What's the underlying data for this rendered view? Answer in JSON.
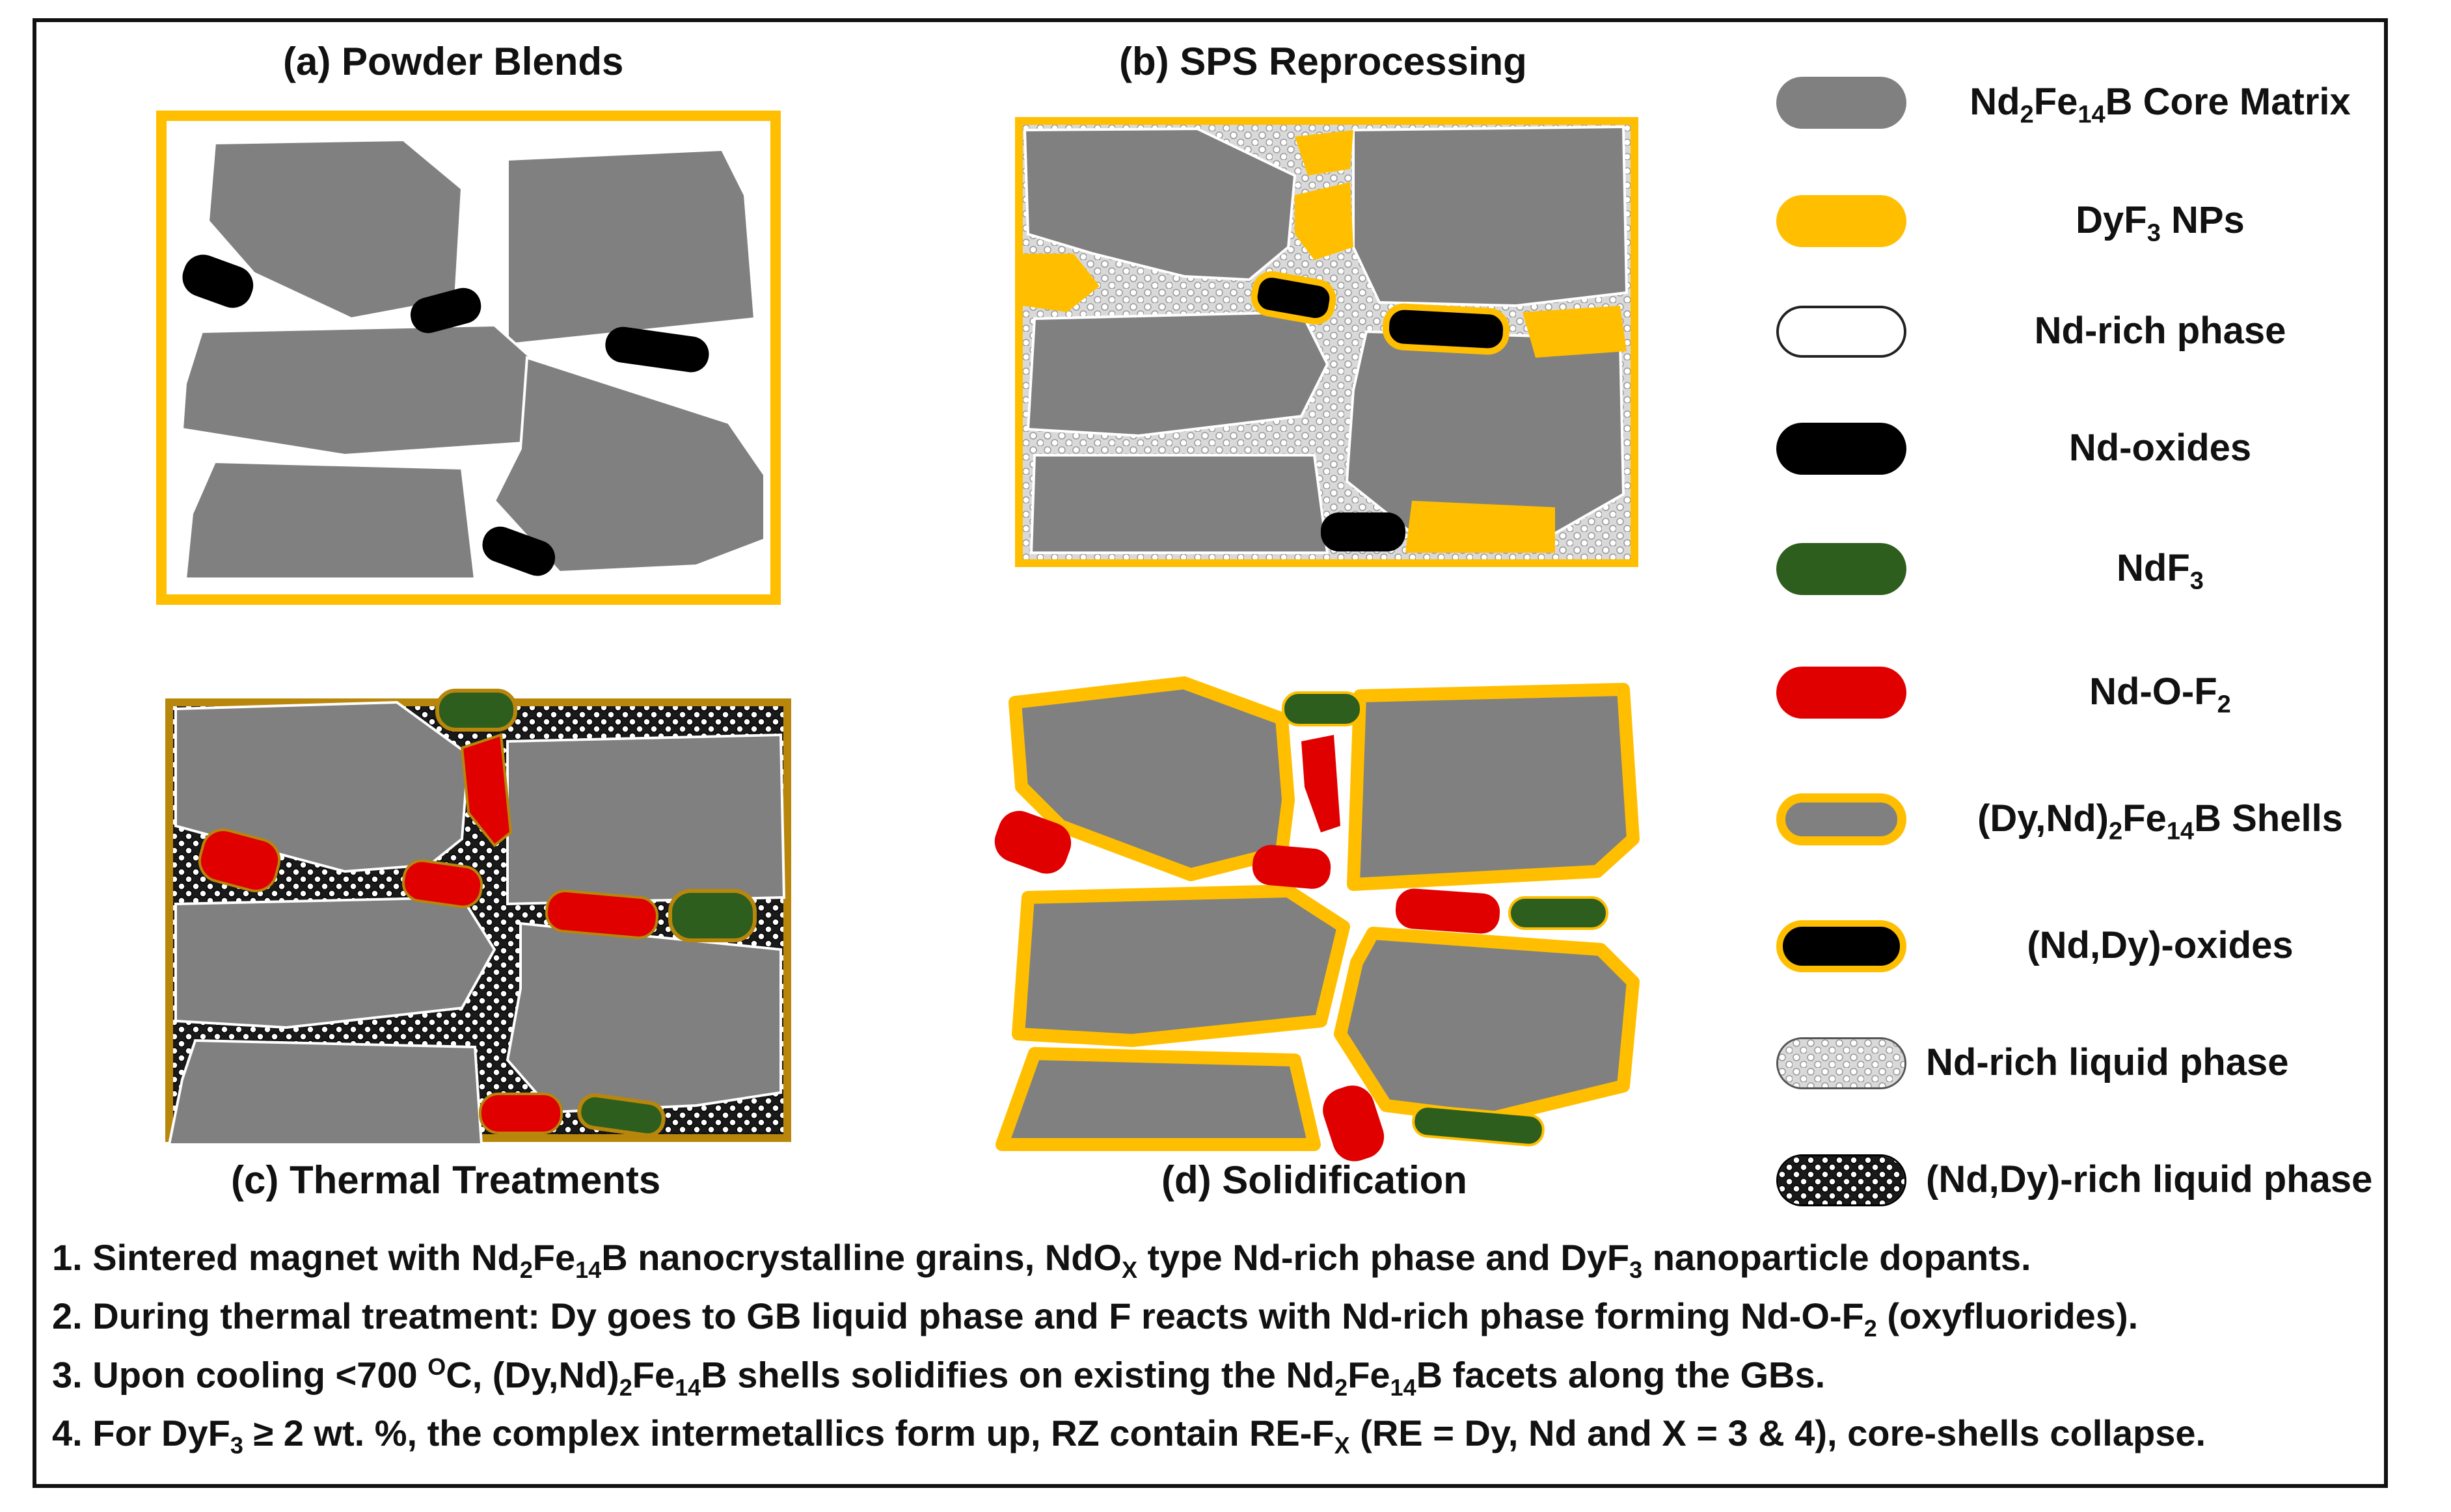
{
  "panels": {
    "a": "(a) Powder Blends",
    "b": "(b) SPS Reprocessing",
    "c": "(c) Thermal Treatments",
    "d": "(d) Solidification"
  },
  "legend": [
    {
      "id": "core",
      "pre": "Nd",
      "s1": "2",
      "mid": "Fe",
      "s2": "14",
      "post": "B Core Matrix"
    },
    {
      "id": "dyf3",
      "pre": "DyF",
      "s1": "3",
      "post": " NPs"
    },
    {
      "id": "ndrich",
      "text": "Nd-rich phase"
    },
    {
      "id": "ndox",
      "text": "Nd-oxides"
    },
    {
      "id": "ndf3",
      "pre": "NdF",
      "s1": "3"
    },
    {
      "id": "ndof2",
      "pre": "Nd-O-F",
      "s1": "2"
    },
    {
      "id": "shell",
      "pre": "(Dy,Nd)",
      "s1": "2",
      "mid": "Fe",
      "s2": "14",
      "post": "B Shells"
    },
    {
      "id": "ndyox",
      "text": "(Nd,Dy)-oxides"
    },
    {
      "id": "liq",
      "text": "Nd-rich liquid phase"
    },
    {
      "id": "dyliq",
      "text": "(Nd,Dy)-rich liquid phase"
    }
  ],
  "colors": {
    "grain": "#808080",
    "grain_edge": "#ffffff",
    "gold": "#ffbf00",
    "dark_gold": "#b8860b",
    "oxide": "#000000",
    "ndf3": "#2e5e1e",
    "ndof2": "#e00000"
  },
  "notes": {
    "n1": {
      "a": "1. Sintered magnet with Nd",
      "b": "2",
      "c": "Fe",
      "d": "14",
      "e": "B nanocrystalline grains, NdO",
      "f": "X",
      "g": " type Nd-rich phase and DyF",
      "h": "3",
      "i": " nanoparticle dopants."
    },
    "n2": {
      "a": "2. During thermal treatment: Dy goes to GB liquid phase and F reacts with Nd-rich phase forming Nd-O-F",
      "b": "2",
      "c": " (oxyfluorides)."
    },
    "n3": {
      "a": "3. Upon cooling <700 ",
      "b": "O",
      "c": "C, (Dy,Nd)",
      "d": "2",
      "e": "Fe",
      "f": "14",
      "g": "B shells solidifies on existing the Nd",
      "h": "2",
      "i": "Fe",
      "j": "14",
      "k": "B facets along the GBs."
    },
    "n4": {
      "a": "4. For DyF",
      "b": "3",
      "c": " ≥ 2 wt. %, the complex intermetallics form up, RZ contain RE-F",
      "d": "X",
      "e": " (RE = Dy, Nd and X = 3 & 4), core-shells collapse."
    }
  }
}
